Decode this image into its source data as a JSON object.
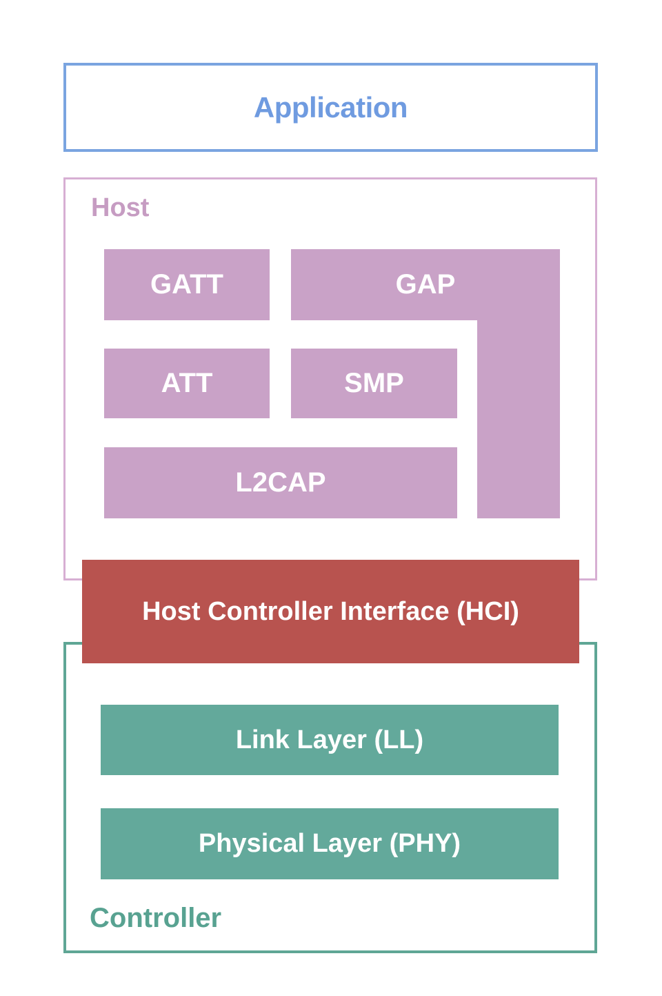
{
  "application": {
    "label": "Application"
  },
  "host": {
    "label": "Host",
    "blocks": {
      "gatt": "GATT",
      "gap": "GAP",
      "att": "ATT",
      "smp": "SMP",
      "l2cap": "L2CAP"
    }
  },
  "hci": {
    "label": "Host Controller Interface (HCI)"
  },
  "controller": {
    "label": "Controller",
    "blocks": {
      "link_layer": "Link Layer (LL)",
      "physical_layer": "Physical Layer (PHY)"
    }
  },
  "colors": {
    "blue-border": "#7aa4e0",
    "blue-text": "#6f9be0",
    "pink-border": "#d7afd3",
    "pink-fill": "#c9a2c7",
    "host-text": "#c69cc2",
    "red-fill": "#b8534f",
    "teal-border": "#5fa695",
    "teal-fill": "#63a99b",
    "controller-text": "#58a291"
  }
}
